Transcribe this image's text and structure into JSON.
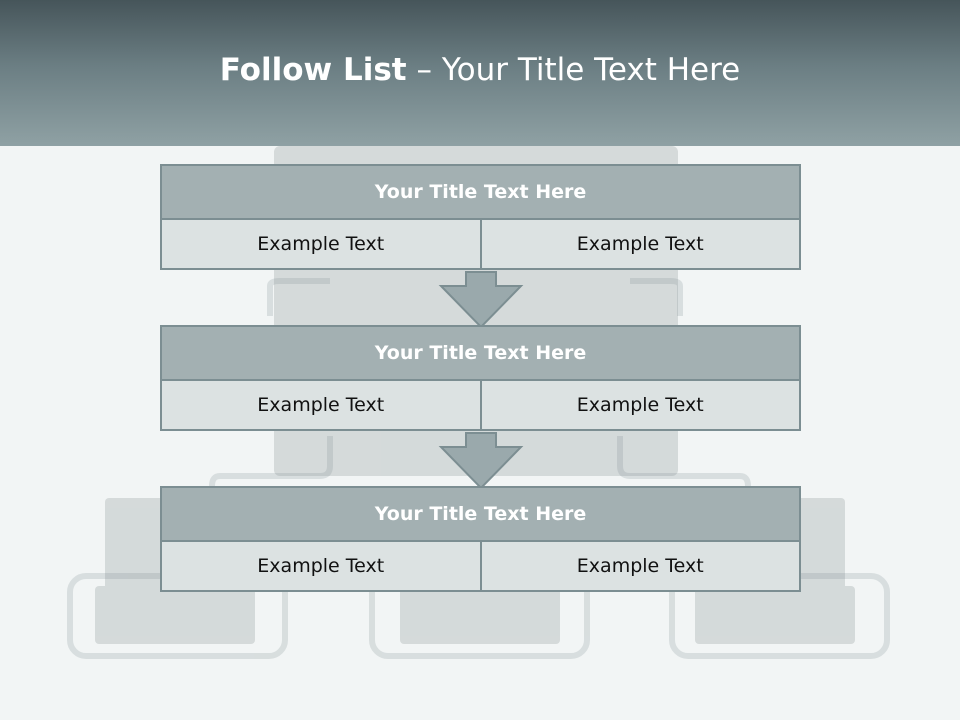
{
  "header": {
    "title_bold": "Follow List",
    "title_rest": " – Your Title Text Here"
  },
  "steps": [
    {
      "title": "Your Title Text Here",
      "left": "Example Text",
      "right": "Example Text"
    },
    {
      "title": "Your Title Text Here",
      "left": "Example Text",
      "right": "Example Text"
    },
    {
      "title": "Your Title Text Here",
      "left": "Example Text",
      "right": "Example Text"
    }
  ],
  "colors": {
    "header_dark": "#46555a",
    "header_light": "#8fa1a4",
    "title_fill": "#a3b0b2",
    "cell_fill": "#dce2e2",
    "border": "#7c8e92"
  },
  "background_art": "faded network diagram: server tower connected to three laptops"
}
